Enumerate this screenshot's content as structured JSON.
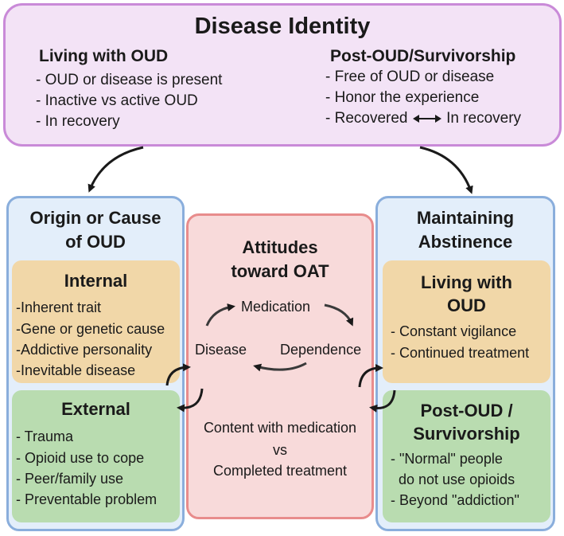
{
  "disease_identity": {
    "title": "Disease Identity",
    "living": {
      "heading": "Living with OUD",
      "items": [
        "- OUD or disease is present",
        "- Inactive vs active OUD",
        "- In recovery"
      ]
    },
    "post": {
      "heading": "Post-OUD/Survivorship",
      "items": [
        "- Free of OUD or disease",
        "- Honor the experience"
      ],
      "recovered_prefix": "- Recovered",
      "recovered_suffix": "In recovery"
    }
  },
  "origin": {
    "title_line1": "Origin or Cause",
    "title_line2": "of OUD",
    "internal": {
      "heading": "Internal",
      "items": [
        "-Inherent trait",
        "-Gene or genetic cause",
        "-Addictive personality",
        "-Inevitable disease"
      ]
    },
    "external": {
      "heading": "External",
      "items": [
        "- Trauma",
        "- Opioid use to cope",
        "- Peer/family use",
        "- Preventable problem"
      ]
    }
  },
  "attitudes": {
    "title_line1": "Attitudes",
    "title_line2": "toward OAT",
    "cycle": {
      "top": "Medication",
      "right": "Dependence",
      "left": "Disease"
    },
    "bottom": [
      "Content with medication",
      "vs",
      "Completed treatment"
    ]
  },
  "abstinence": {
    "title_line1": "Maintaining",
    "title_line2": "Abstinence",
    "living": {
      "heading_line1": "Living with",
      "heading_line2": "OUD",
      "items": [
        "- Constant vigilance",
        "- Continued treatment"
      ]
    },
    "post": {
      "heading_line1": "Post-OUD /",
      "heading_line2": "Survivorship",
      "items": [
        "- \"Normal\" people",
        "  do not use opioids",
        "- Beyond \"addiction\""
      ]
    }
  }
}
